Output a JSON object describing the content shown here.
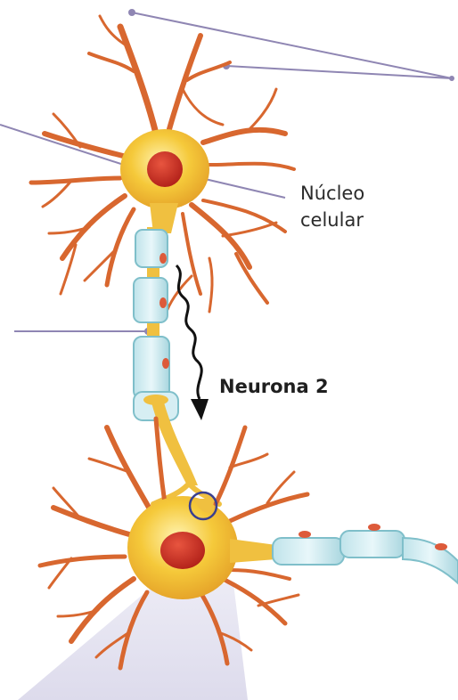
{
  "labels": {
    "nucleo_line1": "Núcleo",
    "nucleo_line2": "celular",
    "neurona": "Neurona 2"
  },
  "colors": {
    "soma": "#f2c230",
    "soma_light": "#fde58a",
    "dendrite": "#cf5a2e",
    "dendrite_light": "#f0b04a",
    "nucleus": "#c8281e",
    "myelin": "#cfe9ee",
    "myelin_edge": "#7fbfca",
    "node": "#e0623a",
    "callout": "#8a80ad",
    "highlight_ring": "#3a3f8f",
    "shadow": "#e8e6f2",
    "signal_arrow": "#111111"
  },
  "icons": {
    "signal": "arrow-down-icon",
    "synapse": "circle-highlight-icon"
  }
}
